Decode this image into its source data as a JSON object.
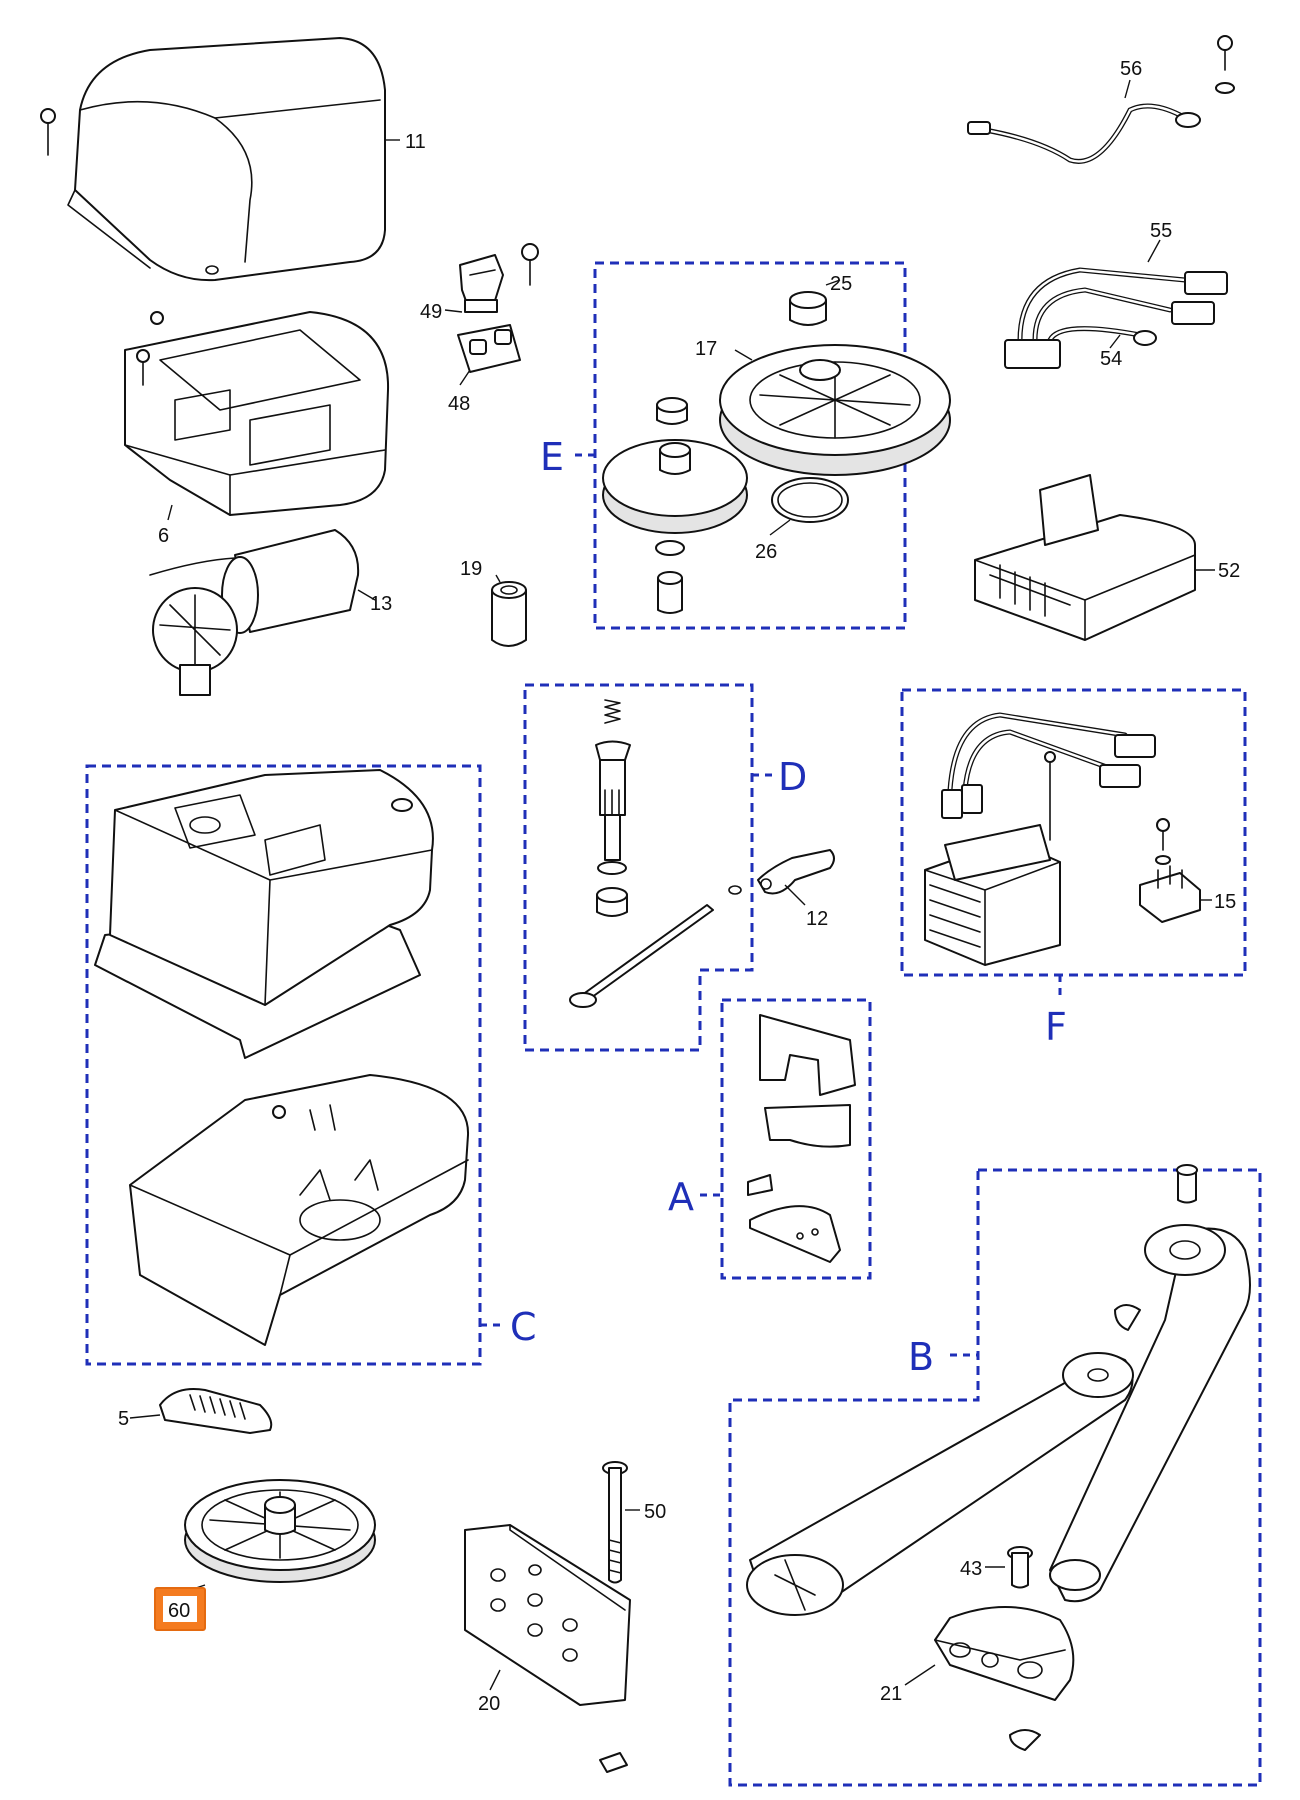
{
  "part_numbers": {
    "p11": "11",
    "p6": "6",
    "p13": "13",
    "p49": "49",
    "p48": "48",
    "p19": "19",
    "p25": "25",
    "p17": "17",
    "p26": "26",
    "p56": "56",
    "p55": "55",
    "p54": "54",
    "p52": "52",
    "p12": "12",
    "p15": "15",
    "p5": "5",
    "p60": "60",
    "p50": "50",
    "p20": "20",
    "p43": "43",
    "p21": "21"
  },
  "groups": {
    "A": "A",
    "B": "B",
    "C": "C",
    "D": "D",
    "E": "E",
    "F": "F"
  },
  "highlight": {
    "part": "60",
    "color": "#f47b20"
  },
  "group_color": "#1f2fb8"
}
